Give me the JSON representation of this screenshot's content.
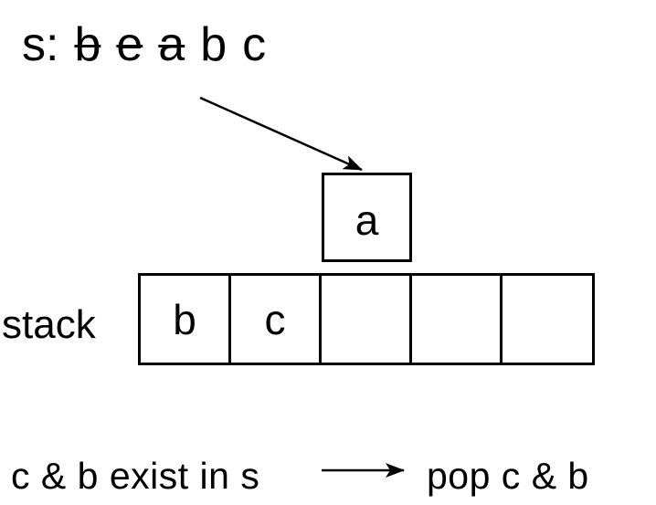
{
  "colors": {
    "ink": "#000000",
    "background": "#ffffff"
  },
  "title": {
    "prefix": "s:",
    "letters": [
      {
        "char": "b",
        "struck": true
      },
      {
        "char": "e",
        "struck": true
      },
      {
        "char": "a",
        "struck": true
      },
      {
        "char": "b",
        "struck": false
      },
      {
        "char": "c",
        "struck": false
      }
    ]
  },
  "pushed_box": {
    "label": "a"
  },
  "stack": {
    "label": "stack",
    "cells": [
      "b",
      "c",
      "",
      "",
      ""
    ]
  },
  "caption": {
    "condition": "c & b exist in s",
    "action": "pop c & b"
  },
  "icons": {
    "pointer_arrow": "diagonal arrow from string label to pushed box",
    "implies_arrow": "→"
  }
}
